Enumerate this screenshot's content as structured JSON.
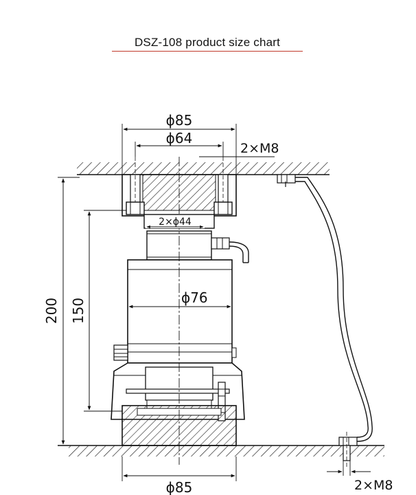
{
  "title": "DSZ-108 product size chart",
  "accent_color": "#c0392b",
  "labels": {
    "top_outer_dia": "ϕ85",
    "top_inner_dia": "ϕ64",
    "top_bolts": "2×M8",
    "holes": "2×ϕ44",
    "body_dia": "ϕ76",
    "total_height": "200",
    "body_height": "150",
    "bottom_dia": "ϕ85",
    "bottom_bolts": "2×M8"
  }
}
